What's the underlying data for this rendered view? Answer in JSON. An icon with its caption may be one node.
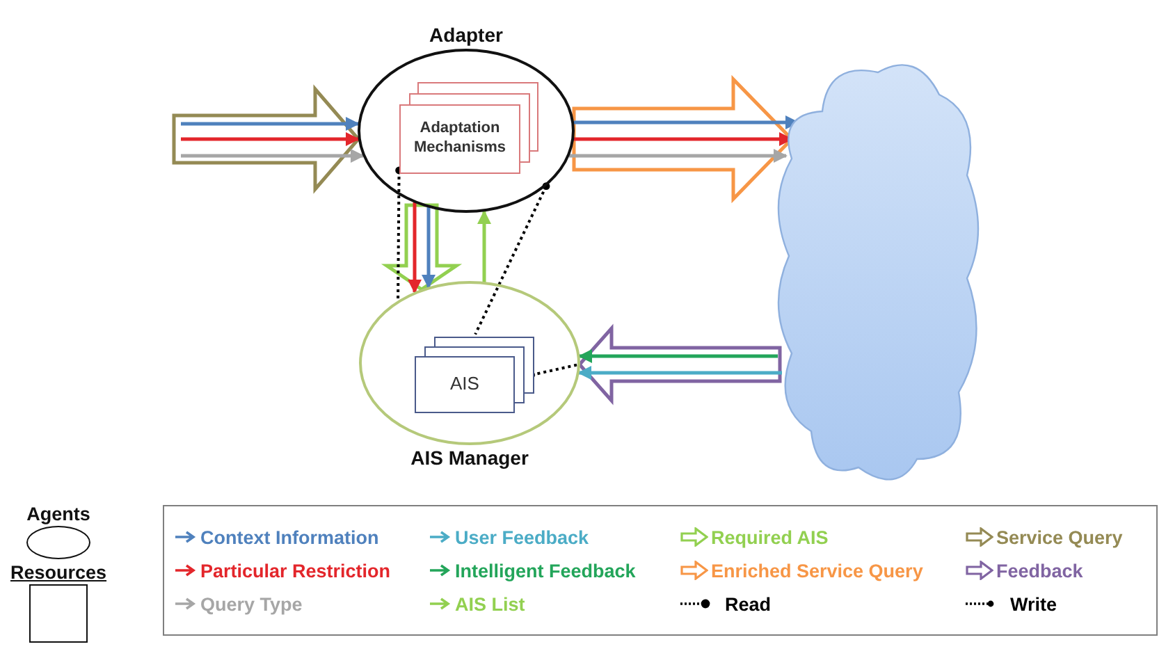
{
  "diagram": {
    "nodes": [
      {
        "text": [
          "Adapter"
        ]
      },
      {
        "text": [
          "Adaptation Mechanisms"
        ],
        "in": 0
      },
      {
        "text": [
          "AIS Manager"
        ]
      },
      {
        "text": [
          "AIS"
        ],
        "in": 2
      },
      {
        "text": [],
        "shape": "cloud"
      }
    ],
    "edges": [
      {
        "from": null,
        "to": 0,
        "arrow": "to",
        "style": "thick",
        "color": "#948a54"
      },
      {
        "from": null,
        "to": 0,
        "arrow": "to",
        "color": "#4f81bd"
      },
      {
        "from": null,
        "to": 0,
        "arrow": "to",
        "color": "#e3262b"
      },
      {
        "from": null,
        "to": 0,
        "arrow": "to",
        "color": "#a6a6a6"
      },
      {
        "from": 0,
        "to": 4,
        "arrow": "to",
        "style": "thick",
        "color": "#f79646"
      },
      {
        "from": 0,
        "to": 4,
        "arrow": "to",
        "color": "#4f81bd"
      },
      {
        "from": 0,
        "to": 4,
        "arrow": "to",
        "color": "#e3262b"
      },
      {
        "from": 0,
        "to": 4,
        "arrow": "to",
        "color": "#a6a6a6"
      },
      {
        "from": 0,
        "to": 2,
        "arrow": "to",
        "style": "thick",
        "color": "#92d050"
      },
      {
        "from": 0,
        "to": 2,
        "arrow": "to",
        "color": "#e3262b"
      },
      {
        "from": 0,
        "to": 2,
        "arrow": "to",
        "color": "#4f81bd"
      },
      {
        "from": 2,
        "to": 0,
        "arrow": "to",
        "color": "#92d050"
      },
      {
        "from": 4,
        "to": 2,
        "arrow": "to",
        "style": "thick",
        "color": "#8064a2"
      },
      {
        "from": 4,
        "to": 2,
        "arrow": "to",
        "color": "#23a55a"
      },
      {
        "from": 4,
        "to": 2,
        "arrow": "to",
        "color": "#4bacc6"
      },
      {
        "from": 1,
        "to": 2,
        "arrow": "other",
        "style": "dashed",
        "color": "#000000"
      },
      {
        "from": 0,
        "to": 3,
        "arrow": "other",
        "style": "dashed",
        "color": "#000000"
      },
      {
        "from": 3,
        "to": null,
        "arrow": "other",
        "style": "dashed",
        "color": "#000000"
      }
    ],
    "legend": [
      {
        "text": "Agents"
      },
      {
        "text": "Resources"
      },
      {
        "text": "Context Information",
        "color": "#4f81bd"
      },
      {
        "text": "User Feedback",
        "color": "#4bacc6"
      },
      {
        "text": "Required AIS",
        "color": "#92d050"
      },
      {
        "text": "Service Query",
        "color": "#948a54"
      },
      {
        "text": "Particular Restriction",
        "color": "#e3262b"
      },
      {
        "text": "Intelligent Feedback",
        "color": "#23a55a"
      },
      {
        "text": "Enriched Service Query",
        "color": "#f79646"
      },
      {
        "text": "Feedback",
        "color": "#8064a2"
      },
      {
        "text": "Query Type",
        "color": "#a6a6a6"
      },
      {
        "text": "AIS List",
        "color": "#92d050"
      },
      {
        "text": "Read"
      },
      {
        "text": "Write"
      }
    ]
  }
}
